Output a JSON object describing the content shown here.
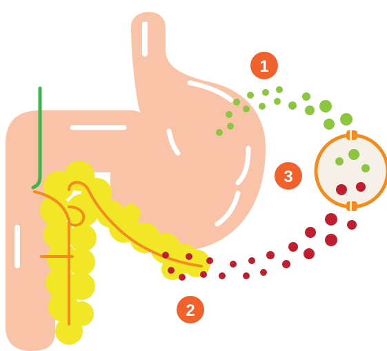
{
  "badges": [
    {
      "label": "1"
    },
    {
      "label": "2"
    },
    {
      "label": "3"
    }
  ],
  "colors": {
    "stomach": "#f8c3a7",
    "pancreas": "#f2e726",
    "duct": "#f28c1d",
    "bile_duct": "#3bb44a",
    "green_particles": "#8cc63f",
    "red_particles": "#be1e2d",
    "badge": "#f0612b",
    "cell_fill": "#f5f1e8",
    "cell_border": "#f28c1d",
    "highlight": "#ffffff"
  },
  "icons": {
    "cell": "cell-icon",
    "stomach": "stomach-icon",
    "pancreas": "pancreas-icon"
  }
}
